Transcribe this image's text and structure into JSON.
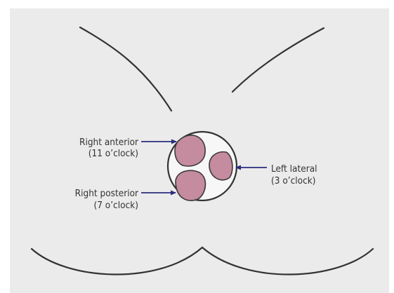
{
  "labels": {
    "right_anterior": {
      "name": "Right anterior",
      "position": "(11 o’clock)"
    },
    "right_posterior": {
      "name": "Right posterior",
      "position": "(7 o’clock)"
    },
    "left_lateral": {
      "name": "Left lateral",
      "position": "(3 o’clock)"
    }
  },
  "colors": {
    "background": "#ebebeb",
    "outline": "#333333",
    "ring_fill": "#f7f7f7",
    "cushion_fill": "#c58b9e",
    "cushion_stroke": "#3a3a3a",
    "arrow": "#2a2d7c"
  }
}
